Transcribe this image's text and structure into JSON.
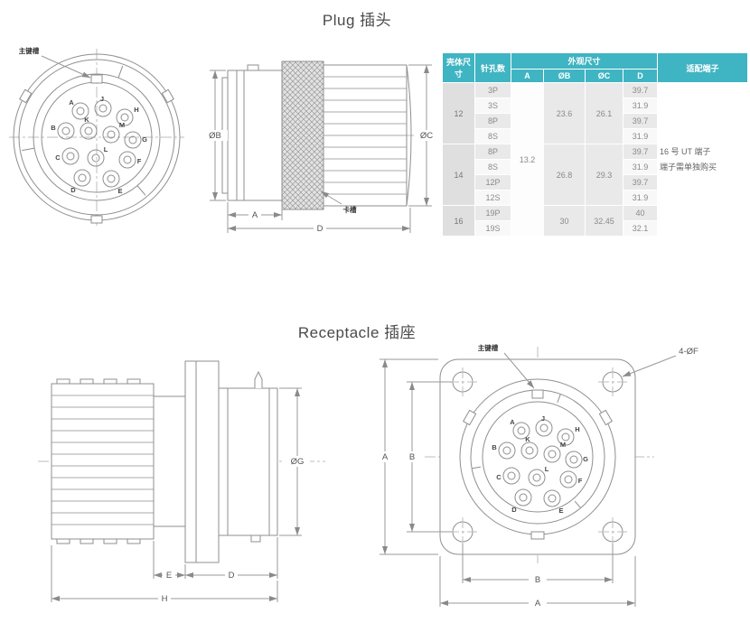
{
  "page": {
    "plug_title": "Plug 插头",
    "receptacle_title": "Receptacle 插座"
  },
  "pins": [
    "A",
    "J",
    "H",
    "B",
    "K",
    "M",
    "G",
    "C",
    "L",
    "F",
    "D",
    "E"
  ],
  "plug_view": {
    "keyway_label": "主键槽",
    "slot_label": "卡槽",
    "dim_ob": "ØB",
    "dim_oc": "ØC",
    "dim_a": "A",
    "dim_d": "D"
  },
  "receptacle_view": {
    "keyway_label": "主键槽",
    "mount_holes_label": "4-ØF",
    "dim_og": "ØG",
    "dim_e": "E",
    "dim_d": "D",
    "dim_h": "H",
    "dim_a_left": "A",
    "dim_b_left": "B",
    "dim_b_bottom": "B",
    "dim_a_bottom": "A"
  },
  "table": {
    "header": {
      "shell": "壳体尺寸",
      "pin_count": "针孔数",
      "dimensions": "外观尺寸",
      "terminal": "适配端子",
      "a": "A",
      "ob": "ØB",
      "oc": "ØC",
      "d": "D"
    },
    "a_value": "13.2",
    "terminal_line1": "16 号 UT 端子",
    "terminal_line2": "端子需单独购买",
    "groups": [
      {
        "shell": "12",
        "ob": "23.6",
        "oc": "26.1"
      },
      {
        "shell": "14",
        "ob": "26.8",
        "oc": "29.3"
      },
      {
        "shell": "16",
        "ob": "30",
        "oc": "32.45"
      }
    ],
    "rows": [
      {
        "pin": "3P",
        "d": "39.7"
      },
      {
        "pin": "3S",
        "d": "31.9"
      },
      {
        "pin": "8P",
        "d": "39.7"
      },
      {
        "pin": "8S",
        "d": "31.9"
      },
      {
        "pin": "8P",
        "d": "39.7"
      },
      {
        "pin": "8S",
        "d": "31.9"
      },
      {
        "pin": "12P",
        "d": "39.7"
      },
      {
        "pin": "12S",
        "d": "31.9"
      },
      {
        "pin": "19P",
        "d": "40"
      },
      {
        "pin": "19S",
        "d": "32.1"
      }
    ]
  }
}
